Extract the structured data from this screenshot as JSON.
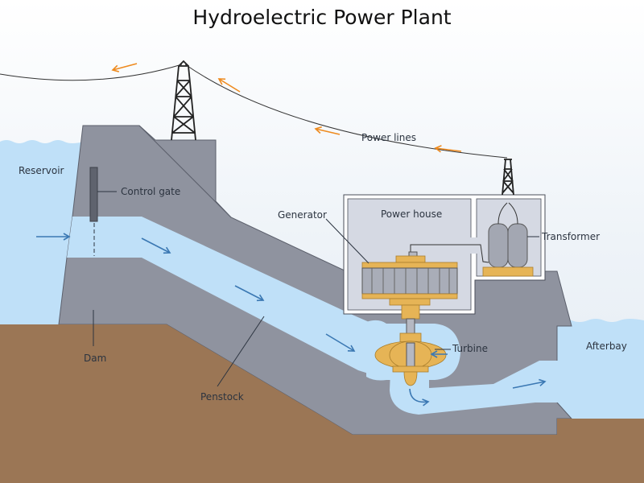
{
  "title": "Hydroelectric Power Plant",
  "labels": {
    "power_lines": "Power lines",
    "reservoir": "Reservoir",
    "control_gate": "Control gate",
    "generator": "Generator",
    "power_house": "Power house",
    "transformer": "Transformer",
    "turbine": "Turbine",
    "afterbay": "Afterbay",
    "dam": "Dam",
    "penstock": "Penstock"
  },
  "colors": {
    "water": "#bfe0f8",
    "concrete": "#8f939f",
    "ground": "#9b7655",
    "metal_gold": "#e6b456",
    "flow_arrow": "#3b78b3",
    "power_arrow": "#ee8a1e"
  }
}
